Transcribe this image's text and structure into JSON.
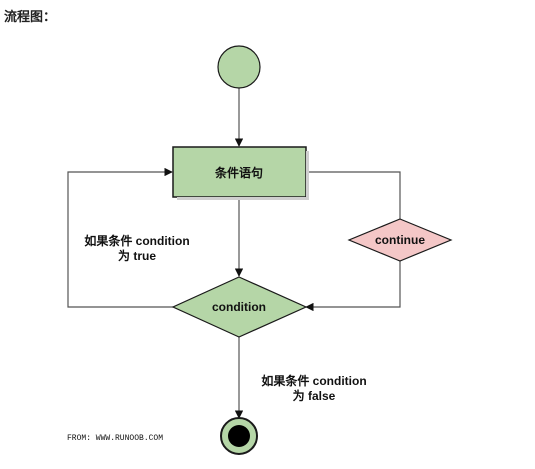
{
  "page": {
    "heading": "流程图："
  },
  "diagram": {
    "nodes": {
      "condition_statement": "条件语句",
      "condition": "condition",
      "continue": "continue"
    },
    "notes": {
      "true_branch_line1": "如果条件 condition",
      "true_branch_line2": "为 true",
      "false_branch_line1": "如果条件 condition",
      "false_branch_line2": "为 false"
    },
    "source": "FROM: WWW.RUNOOB.COM"
  },
  "colors": {
    "green_fill": "#b5d6a7",
    "start_fill": "#b5d6a7",
    "pink_fill": "#f4c7c7",
    "line": "#555555",
    "outline": "#1a1a1a"
  }
}
